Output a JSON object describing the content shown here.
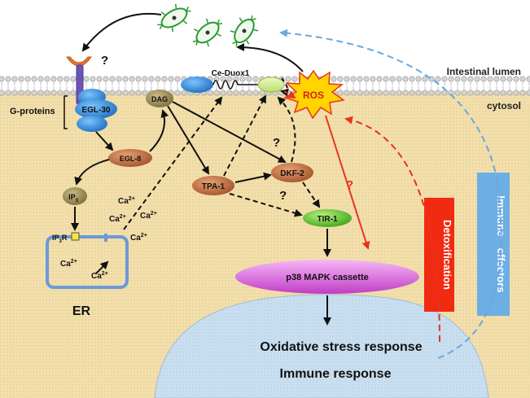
{
  "regions": {
    "lumen": "Intestinal lumen",
    "cytosol": "cytosol",
    "er": "ER"
  },
  "labels": {
    "g_proteins": "G-proteins",
    "question": "?"
  },
  "nodes": {
    "egl30": "EGL-30",
    "dag": "DAG",
    "ceduox1": "Ce-Duox1",
    "ros": "ROS",
    "egl8": "EGL-8",
    "ip3": "IP",
    "ip3_sub": "3",
    "ip3r": "IP",
    "ip3r_sub": "3",
    "ip3r_r": "R",
    "tpa1": "TPA-1",
    "dkf2": "DKF-2",
    "tir1": "TIR-1",
    "p38": "p38 MAPK cassette"
  },
  "calcium": {
    "base": "Ca",
    "sup": "2+"
  },
  "side_boxes": {
    "detox": "Detoxification",
    "immune_effectors": "Immune    effectors"
  },
  "nucleus": {
    "line1": "Oxidative stress response",
    "line2": "Immune response"
  },
  "colors": {
    "cytosol": "#f3dfab",
    "lumen": "#ffffff",
    "membrane": "#b9b9b9",
    "ellipse_blue": "#1f84d6",
    "ellipse_olive": "#9a8a55",
    "ellipse_brown": "#b86a35",
    "ellipse_green": "#55c02a",
    "ellipse_pink": "#d25ad5",
    "ros": "#ffd400",
    "arrow_red": "#e8331f",
    "arrow_blue": "#6aa7dd",
    "box_red": "#f12a12",
    "box_blue": "#6daee5",
    "nucleus": "#c9dff0"
  }
}
